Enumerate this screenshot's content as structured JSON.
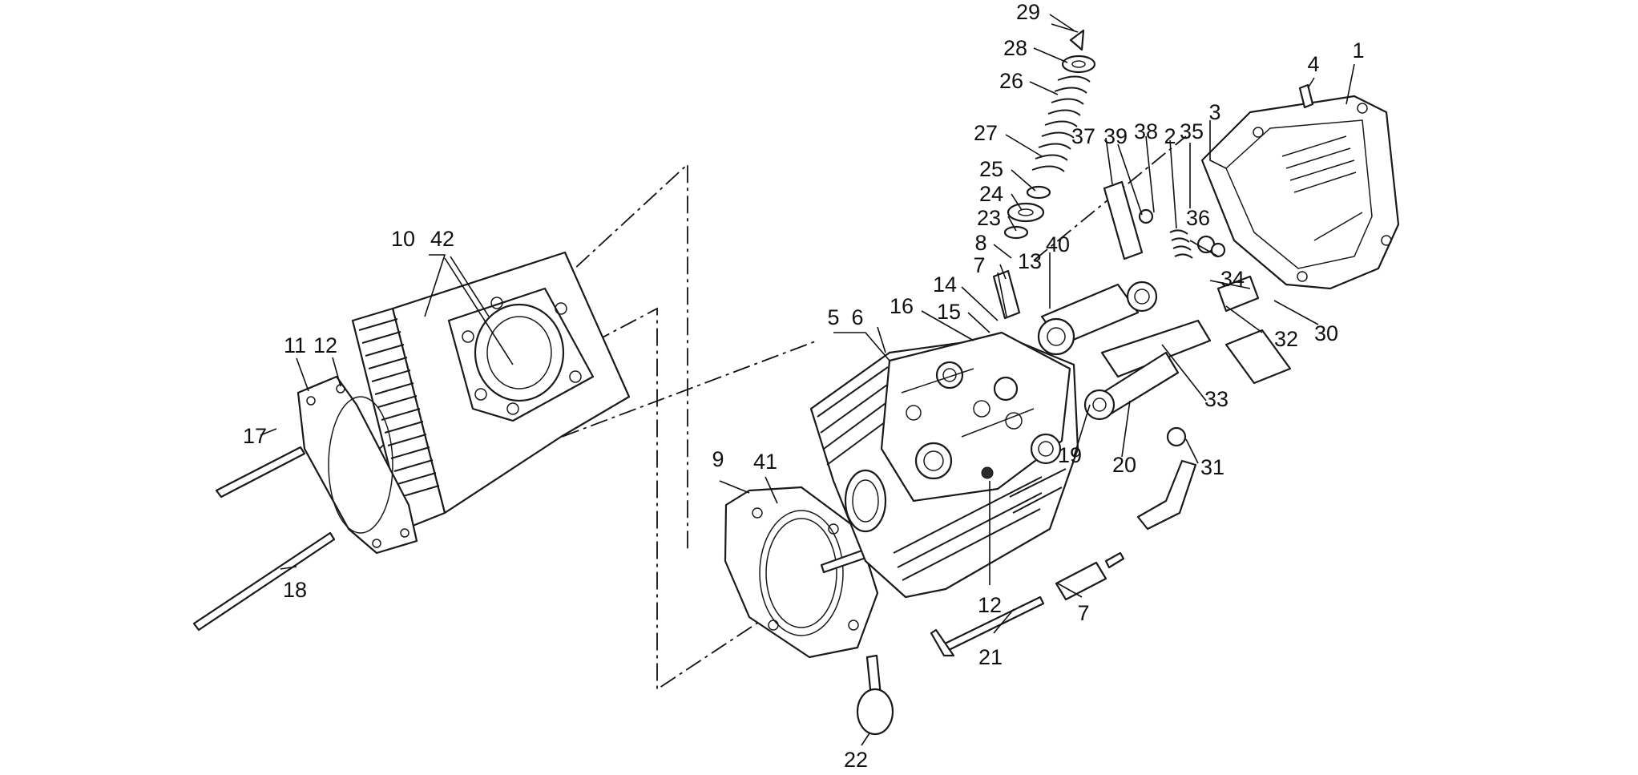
{
  "diagram": {
    "callouts": [
      {
        "id": "c29",
        "text": "29"
      },
      {
        "id": "c28",
        "text": "28"
      },
      {
        "id": "c26",
        "text": "26"
      },
      {
        "id": "c27",
        "text": "27"
      },
      {
        "id": "c25",
        "text": "25"
      },
      {
        "id": "c24",
        "text": "24"
      },
      {
        "id": "c23",
        "text": "23"
      },
      {
        "id": "c8",
        "text": "8"
      },
      {
        "id": "c7a",
        "text": "7"
      },
      {
        "id": "c14",
        "text": "14"
      },
      {
        "id": "c13",
        "text": "13"
      },
      {
        "id": "c15",
        "text": "15"
      },
      {
        "id": "c16",
        "text": "16"
      },
      {
        "id": "c5",
        "text": "5"
      },
      {
        "id": "c6",
        "text": "6"
      },
      {
        "id": "c37",
        "text": "37"
      },
      {
        "id": "c39",
        "text": "39"
      },
      {
        "id": "c38",
        "text": "38"
      },
      {
        "id": "c2",
        "text": "2"
      },
      {
        "id": "c35",
        "text": "35"
      },
      {
        "id": "c3",
        "text": "3"
      },
      {
        "id": "c4",
        "text": "4"
      },
      {
        "id": "c1",
        "text": "1"
      },
      {
        "id": "c40",
        "text": "40"
      },
      {
        "id": "c36",
        "text": "36"
      },
      {
        "id": "c34",
        "text": "34"
      },
      {
        "id": "c32",
        "text": "32"
      },
      {
        "id": "c30",
        "text": "30"
      },
      {
        "id": "c33",
        "text": "33"
      },
      {
        "id": "c19",
        "text": "19"
      },
      {
        "id": "c20",
        "text": "20"
      },
      {
        "id": "c31",
        "text": "31"
      },
      {
        "id": "c10",
        "text": "10"
      },
      {
        "id": "c42",
        "text": "42"
      },
      {
        "id": "c11",
        "text": "11"
      },
      {
        "id": "c12a",
        "text": "12"
      },
      {
        "id": "c17",
        "text": "17"
      },
      {
        "id": "c18",
        "text": "18"
      },
      {
        "id": "c9",
        "text": "9"
      },
      {
        "id": "c41",
        "text": "41"
      },
      {
        "id": "c12b",
        "text": "12"
      },
      {
        "id": "c7b",
        "text": "7"
      },
      {
        "id": "c21",
        "text": "21"
      },
      {
        "id": "c22",
        "text": "22"
      }
    ]
  }
}
